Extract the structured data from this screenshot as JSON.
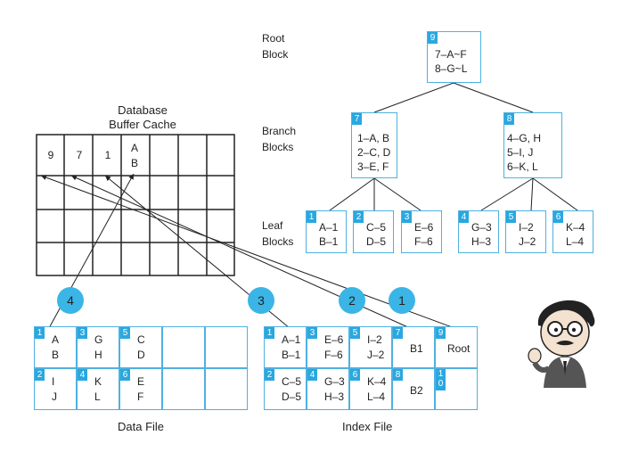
{
  "labels": {
    "root": [
      "Root",
      "Block"
    ],
    "branch": [
      "Branch",
      "Blocks"
    ],
    "leaf": [
      "Leaf",
      "Blocks"
    ],
    "cache_title": [
      "Database",
      "Buffer Cache"
    ],
    "data_file": "Data File",
    "index_file": "Index File"
  },
  "tree": {
    "root": {
      "num": "9",
      "lines": [
        "7–A~F",
        "8–G~L"
      ]
    },
    "branches": [
      {
        "num": "7",
        "lines": [
          "1–A, B",
          "2–C, D",
          "3–E, F"
        ]
      },
      {
        "num": "8",
        "lines": [
          "4–G, H",
          "5–I, J",
          "6–K, L"
        ]
      }
    ],
    "leaves": [
      {
        "num": "1",
        "lines": [
          "A–1",
          "B–1"
        ]
      },
      {
        "num": "2",
        "lines": [
          "C–5",
          "D–5"
        ]
      },
      {
        "num": "3",
        "lines": [
          "E–6",
          "F–6"
        ]
      },
      {
        "num": "4",
        "lines": [
          "G–3",
          "H–3"
        ]
      },
      {
        "num": "5",
        "lines": [
          "I–2",
          "J–2"
        ]
      },
      {
        "num": "6",
        "lines": [
          "K–4",
          "L–4"
        ]
      }
    ]
  },
  "cache": {
    "row1": [
      "9",
      "7",
      "1",
      "A\nB"
    ]
  },
  "data_file": [
    {
      "num": "1",
      "lines": [
        "A",
        "B"
      ]
    },
    {
      "num": "3",
      "lines": [
        "G",
        "H"
      ]
    },
    {
      "num": "5",
      "lines": [
        "C",
        "D"
      ]
    },
    {
      "num": "",
      "lines": []
    },
    {
      "num": "",
      "lines": []
    },
    {
      "num": "2",
      "lines": [
        "I",
        "J"
      ]
    },
    {
      "num": "4",
      "lines": [
        "K",
        "L"
      ]
    },
    {
      "num": "6",
      "lines": [
        "E",
        "F"
      ]
    },
    {
      "num": "",
      "lines": []
    },
    {
      "num": "",
      "lines": []
    }
  ],
  "index_file": [
    {
      "num": "1",
      "lines": [
        "A–1",
        "B–1"
      ]
    },
    {
      "num": "3",
      "lines": [
        "E–6",
        "F–6"
      ]
    },
    {
      "num": "5",
      "lines": [
        "I–2",
        "J–2"
      ]
    },
    {
      "num": "7",
      "lines": [
        "B1"
      ]
    },
    {
      "num": "9",
      "lines": [
        "Root"
      ]
    },
    {
      "num": "2",
      "lines": [
        "C–5",
        "D–5"
      ]
    },
    {
      "num": "4",
      "lines": [
        "G–3",
        "H–3"
      ]
    },
    {
      "num": "6",
      "lines": [
        "K–4",
        "L–4"
      ]
    },
    {
      "num": "8",
      "lines": [
        "B2"
      ]
    },
    {
      "num": "1\n0",
      "lines": []
    }
  ],
  "steps": [
    "4",
    "3",
    "2",
    "1"
  ],
  "colors": {
    "accent": "#29a8e0",
    "line": "#222222"
  }
}
